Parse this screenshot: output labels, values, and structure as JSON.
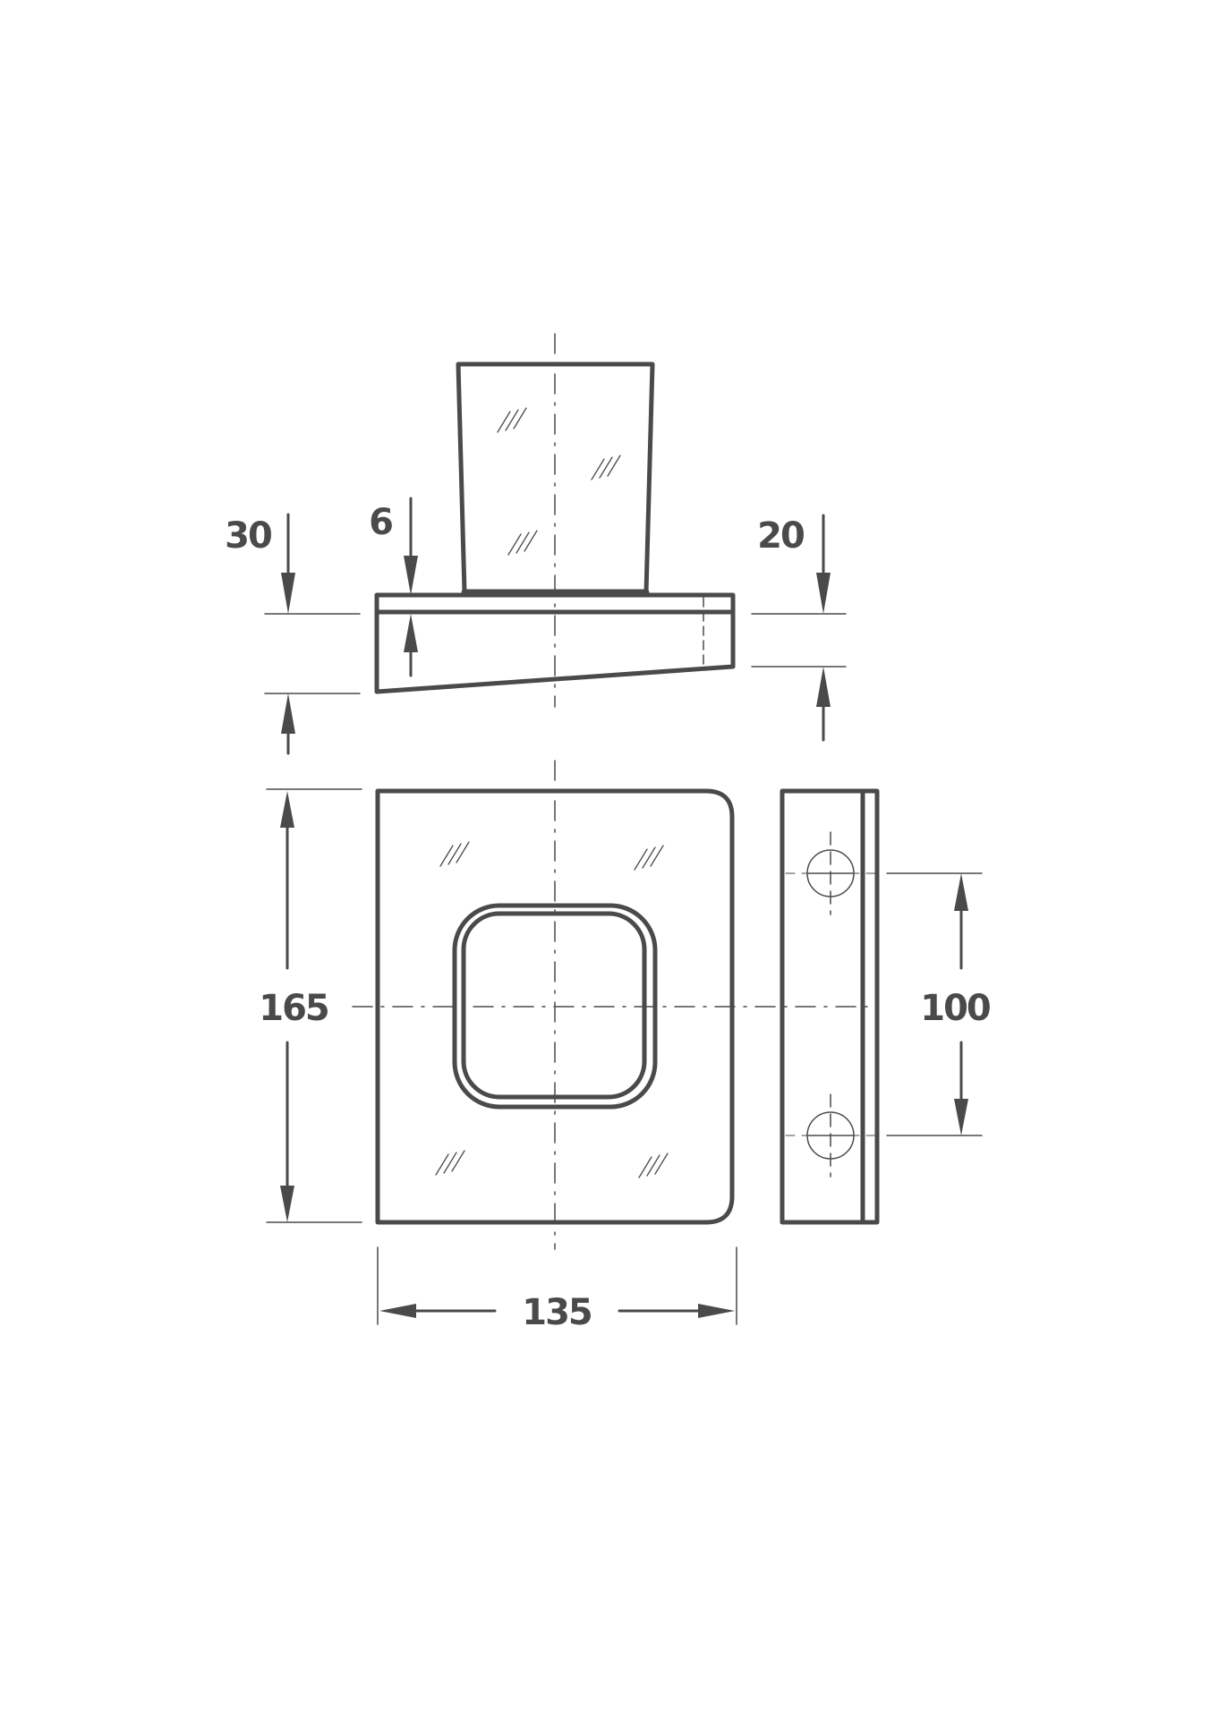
{
  "drawing": {
    "line_color": "#4a4a4a",
    "dimensions": {
      "shelf_front_height": "30",
      "shelf_top_thickness": "6",
      "shelf_back_height": "20",
      "plate_height": "165",
      "hole_spacing": "100",
      "plate_width": "135"
    }
  }
}
